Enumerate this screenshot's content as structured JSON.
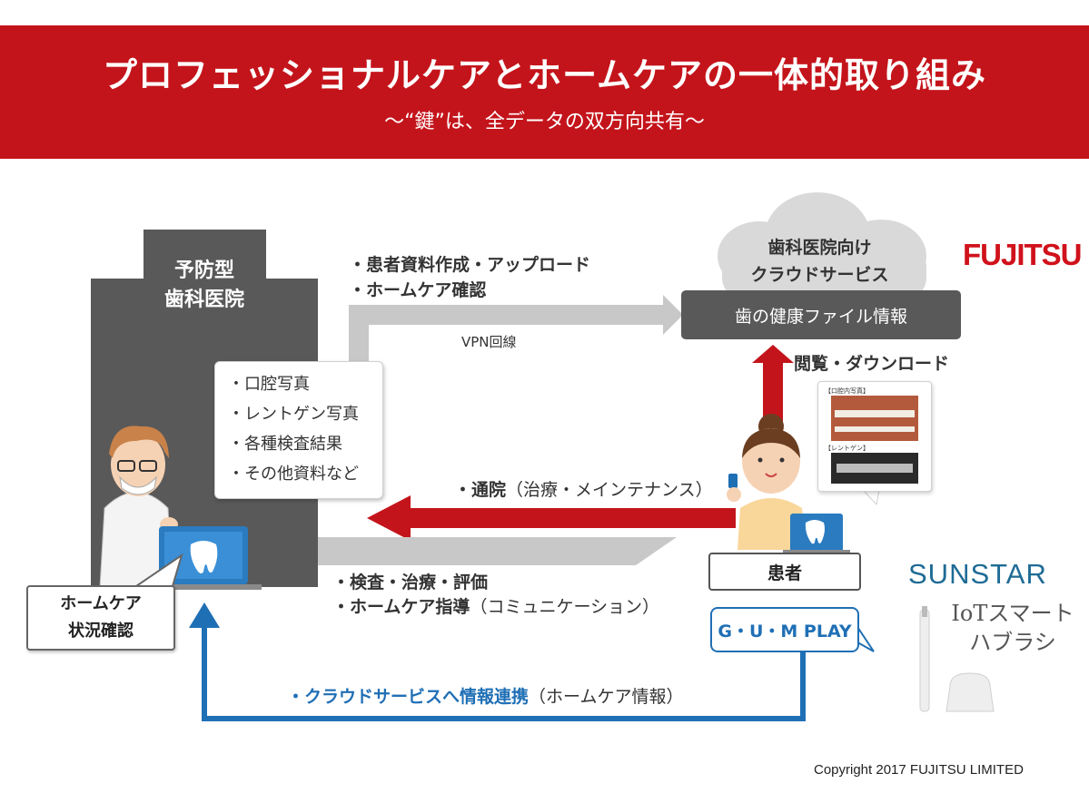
{
  "header": {
    "title": "プロフェッショナルケアとホームケアの一体的取り組み",
    "subtitle": "～“鍵”は、全データの双方向共有～"
  },
  "clinic": {
    "label_line1": "予防型",
    "label_line2": "歯科医院"
  },
  "clinic_bubble": {
    "items": [
      "・口腔写真",
      "・レントゲン写真",
      "・各種検査結果",
      "・その他資料など"
    ]
  },
  "flows": {
    "upload_line1": "・患者資料作成・アップロード",
    "upload_line2": "・ホームケア確認",
    "vpn": "VPN回線",
    "visit_bold": "・通院",
    "visit_note": "（治療・メインテナンス）",
    "treat_line1": "・検査・治療・評価",
    "treat_line2_bold": "・ホームケア指導",
    "treat_line2_note": "（コミュニケーション）",
    "cloud_link_bold": "・クラウドサービスへ情報連携",
    "cloud_link_note": "（ホームケア情報）",
    "browse": "閲覧・ダウンロード"
  },
  "cloud": {
    "line1": "歯科医院向け",
    "line2": "クラウドサービス",
    "file_label": "歯の健康ファイル情報"
  },
  "xray_card": {
    "intraoral_label": "【口腔内写真】",
    "xray_label": "【レントゲン】"
  },
  "patient": {
    "label": "患者",
    "app": "G・U・M PLAY"
  },
  "homecare_check": {
    "line1": "ホームケア",
    "line2": "状況確認"
  },
  "brands": {
    "fujitsu": "FUJITSU",
    "sunstar": "SUNSTAR",
    "product_line1": "IoTスマート",
    "product_line2": "ハブラシ"
  },
  "copyright": "Copyright 2017 FUJITSU LIMITED",
  "colors": {
    "brand_red": "#c4141b",
    "accent_blue": "#1f6fb5",
    "dark_gray": "#595959",
    "arrow_gray": "#bfbfbf"
  }
}
